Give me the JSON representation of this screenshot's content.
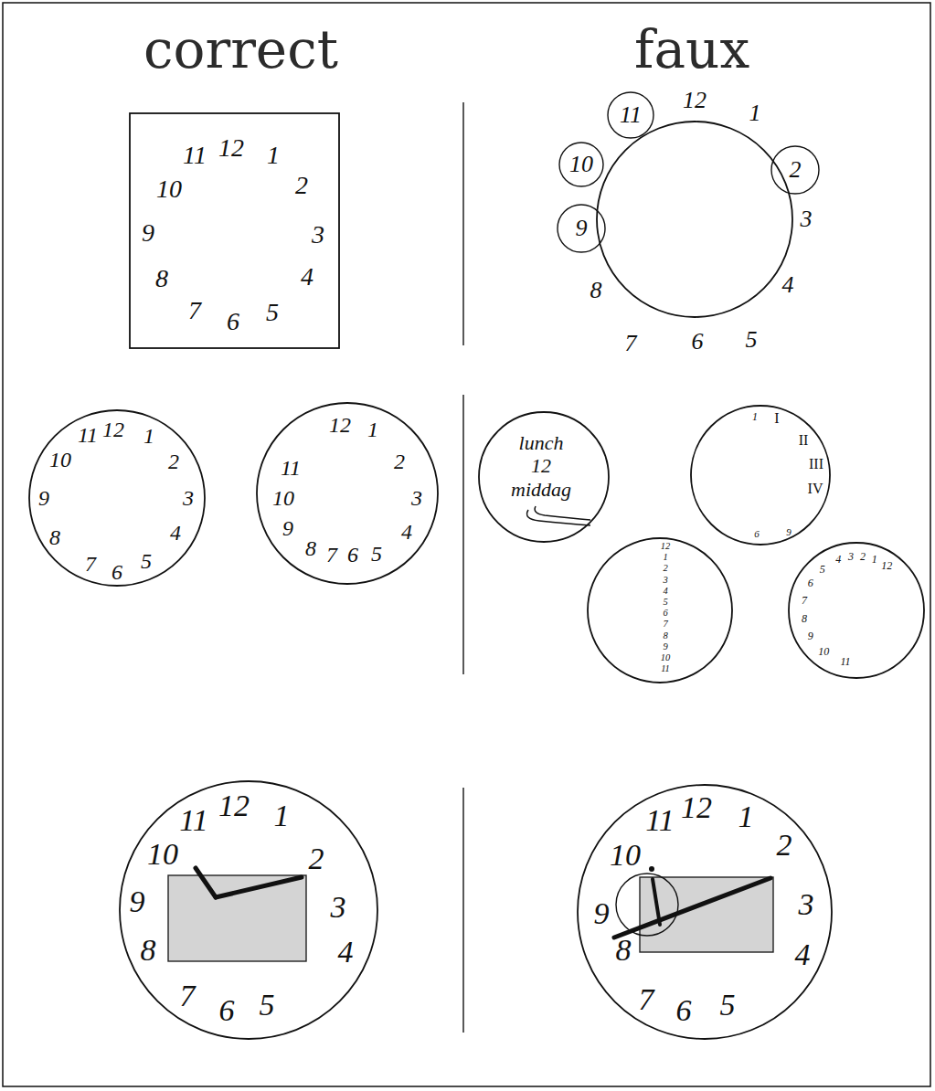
{
  "diagram": {
    "nodes": [
      {
        "text": [
          "12",
          "1",
          "2",
          "3",
          "4",
          "5",
          "6",
          "7",
          "8",
          "9",
          "10",
          "11"
        ]
      },
      {
        "text": [
          "12",
          "1",
          "2",
          "3",
          "4",
          "5",
          "6",
          "7",
          "8",
          "9",
          "10",
          "11"
        ]
      },
      {
        "text": [
          "12",
          "1",
          "2",
          "3",
          "4",
          "5",
          "6",
          "7",
          "8",
          "9",
          "10",
          "11"
        ]
      },
      {
        "text": [
          "12",
          "1",
          "2",
          "3",
          "4",
          "5",
          "6",
          "7",
          "8",
          "9",
          "10",
          "11"
        ]
      },
      {
        "text": [
          "lunch 12 middag"
        ]
      },
      {
        "text": [
          "1",
          "I",
          "II",
          "III",
          "IV",
          "6",
          "9"
        ]
      },
      {
        "text": [
          "12",
          "1",
          "2",
          "3",
          "4",
          "5",
          "6",
          "7",
          "8",
          "9",
          "10",
          "11"
        ]
      },
      {
        "text": [
          "12",
          "1",
          "2",
          "3",
          "4",
          "5",
          "6",
          "7",
          "8",
          "9",
          "10",
          "11"
        ]
      },
      {
        "text": [
          "12",
          "1",
          "2",
          "3",
          "4",
          "5",
          "6",
          "7",
          "8",
          "9",
          "10",
          "11"
        ]
      },
      {
        "text": [
          "12",
          "1",
          "2",
          "3",
          "4",
          "5",
          "6",
          "7",
          "8",
          "9",
          "10",
          "11"
        ]
      }
    ],
    "labels": [
      "correct",
      "faux"
    ]
  }
}
